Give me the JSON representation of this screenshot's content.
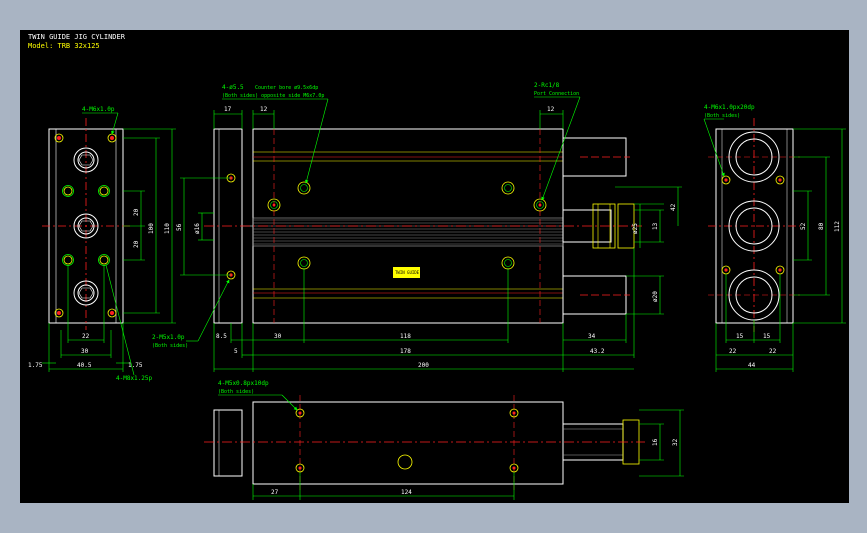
{
  "title": {
    "line1": "TWIN GUIDE JIG CYLINDER",
    "line2": "Model: TRB 32x125"
  },
  "colors": {
    "background": "#000000",
    "outline": "#ffffff",
    "centerline": "#ff2020",
    "dimension": "#00ff00",
    "yellow": "#ffff00",
    "frame": "#a9b4c3"
  },
  "left_view": {
    "callout_top": "4-M6x1.0p",
    "callout_bottom": "4-M8x1.25p",
    "dims": {
      "d22": "22",
      "d30": "30",
      "d40_5": "40.5",
      "d1_75_l": "1.75",
      "d1_75_r": "1.75",
      "d20_a": "20",
      "d20_b": "20",
      "d100": "100",
      "d110": "110"
    }
  },
  "front_view": {
    "callout_counterbore": "4-ø5.5",
    "callout_counterbore_note": "Counter bore ø9.5x6dp",
    "callout_counterbore_sub": "(Both sides) opposite side M6x7.0p",
    "callout_port": "2-Rc1/8",
    "callout_port_sub": "Port Connection",
    "callout_m5": "2-M5x1.0p",
    "callout_m5_sub": "(Both sides)",
    "label_plate": "TWIN GUIDE",
    "dims": {
      "d17": "17",
      "d12_l": "12",
      "d12_r": "12",
      "d56": "56",
      "d16": "ø16",
      "d8_5": "8.5",
      "d5": "5",
      "d30": "30",
      "d118": "118",
      "d178": "178",
      "d200": "200",
      "d34": "34",
      "d43_2": "43.2",
      "d25": "ø25",
      "d13": "13",
      "d42": "42",
      "d20": "ø20"
    }
  },
  "right_view": {
    "callout": "4-M6x1.0px20dp",
    "callout_sub": "(Both sides)",
    "dims": {
      "d52": "52",
      "d80": "80",
      "d112": "112",
      "d15_l": "15",
      "d15_r": "15",
      "d22_l": "22",
      "d22_r": "22",
      "d44": "44"
    }
  },
  "bottom_view": {
    "callout": "4-M5x0.8px10dp",
    "callout_sub": "(Both sides)",
    "dims": {
      "d16": "16",
      "d32": "32",
      "d27": "27",
      "d124": "124"
    }
  }
}
